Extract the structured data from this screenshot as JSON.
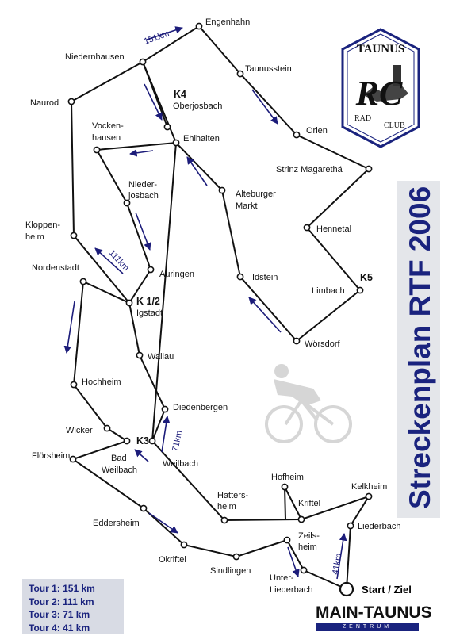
{
  "title": "Streckenplan RTF 2006",
  "club": {
    "top": "TAUNUS",
    "initials": "RC",
    "bottom_left": "RAD",
    "bottom_right": "CLUB"
  },
  "start_label": "Start / Ziel",
  "tours": [
    {
      "label": "Tour 1: 151 km"
    },
    {
      "label": "Tour 2: 111 km"
    },
    {
      "label": "Tour 3: 71 km"
    },
    {
      "label": "Tour 4: 41 km"
    }
  ],
  "mtz": {
    "name": "MAIN-TAUNUS",
    "sub": "ZENTRUM"
  },
  "distance_labels": [
    "151km",
    "111km",
    "71km",
    "41km"
  ],
  "checkpoints": [
    "K4",
    "K5",
    "K 1/2",
    "K3"
  ],
  "towns": [
    "Engenhahn",
    "Niedernhausen",
    "Taunusstein",
    "Oberjosbach",
    "Naurod",
    "Vocken-",
    "hausen",
    "Ehlhalten",
    "Orlen",
    "Strinz Magarethä",
    "Nieder-",
    "josbach",
    "Alteburger",
    "Markt",
    "Hennetal",
    "Kloppen-",
    "heim",
    "Nordenstadt",
    "Auringen",
    "Idstein",
    "Limbach",
    "Igstadt",
    "Wörsdorf",
    "Wallau",
    "Hochheim",
    "Diedenbergen",
    "Wicker",
    "Flörsheim",
    "Bad",
    "Weilbach",
    "Weilbach",
    "Hofheim",
    "Kelkheim",
    "Hatters-",
    "heim",
    "Kriftel",
    "Eddersheim",
    "Liederbach",
    "Zeils-",
    "heim",
    "Okriftel",
    "Sindlingen",
    "Unter-",
    "Liederbach"
  ],
  "colors": {
    "route": "#111111",
    "arrow": "#1c1c7a",
    "title": "#1a237e",
    "legend_bg": "#d8dbe4"
  }
}
